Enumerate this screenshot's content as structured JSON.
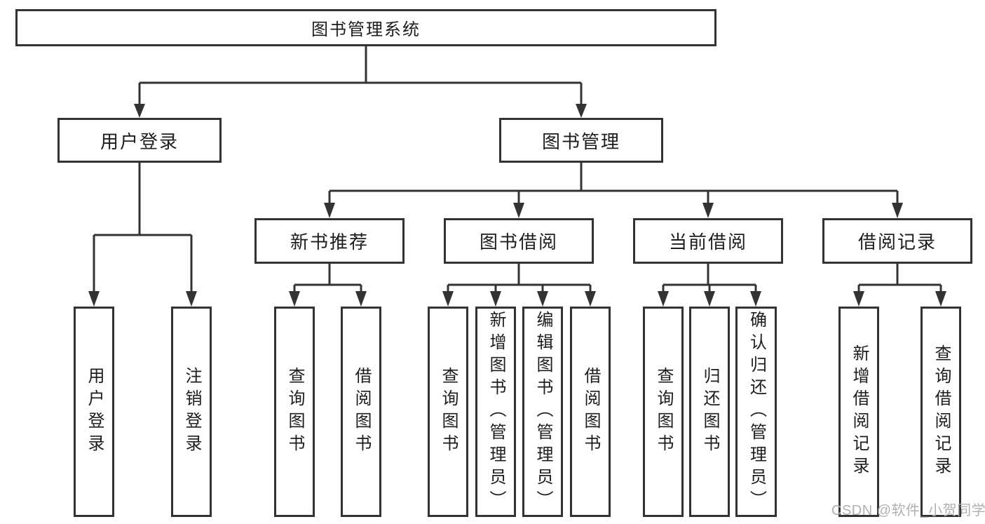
{
  "tree": {
    "root": "图书管理系统",
    "children": [
      {
        "label": "用户登录",
        "children": [
          {
            "label": "用户登录"
          },
          {
            "label": "注销登录"
          }
        ]
      },
      {
        "label": "图书管理",
        "children": [
          {
            "label": "新书推荐",
            "children": [
              {
                "label": "查询图书"
              },
              {
                "label": "借阅图书"
              }
            ]
          },
          {
            "label": "图书借阅",
            "children": [
              {
                "label": "查询图书"
              },
              {
                "label": "新增图书（管理员）"
              },
              {
                "label": "编辑图书（管理员）"
              },
              {
                "label": "借阅图书"
              }
            ]
          },
          {
            "label": "当前借阅",
            "children": [
              {
                "label": "查询图书"
              },
              {
                "label": "归还图书"
              },
              {
                "label": "确认归还（管理员）"
              }
            ]
          },
          {
            "label": "借阅记录",
            "children": [
              {
                "label": "新增借阅记录"
              },
              {
                "label": "查询借阅记录"
              }
            ]
          }
        ]
      }
    ]
  },
  "watermark": "CSDN @软件_小贺同学",
  "colors": {
    "line": "#333333",
    "text": "#1d1d1d",
    "watermark": "#b0b0b0",
    "background": "#ffffff"
  }
}
